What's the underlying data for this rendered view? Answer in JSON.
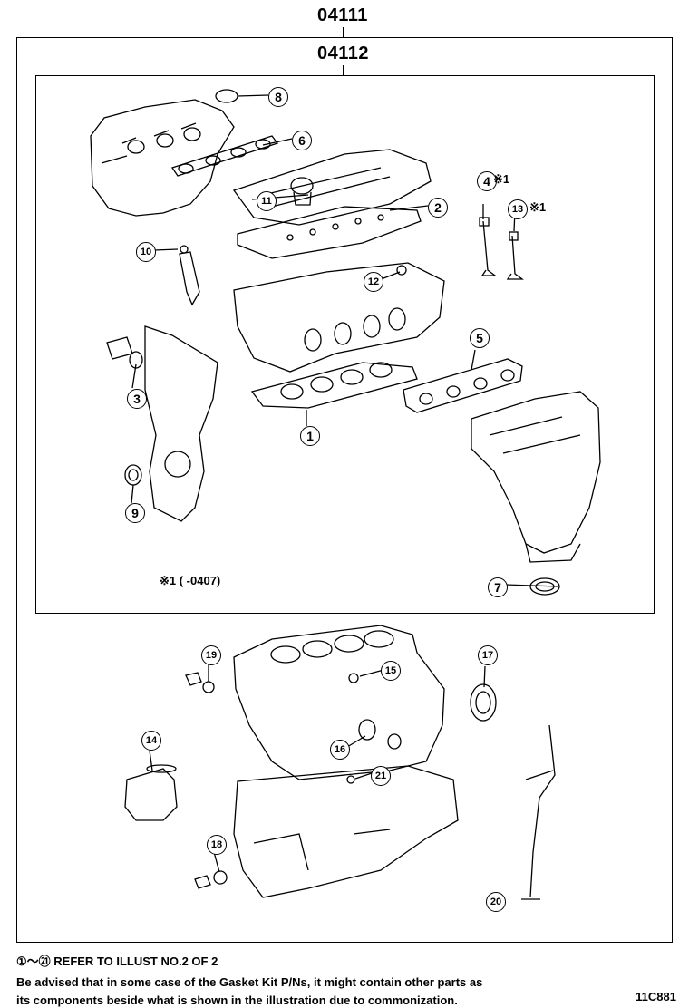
{
  "header": {
    "kit_code_outer": "04111",
    "kit_code_inner": "04112"
  },
  "callouts": [
    "1",
    "2",
    "3",
    "4",
    "5",
    "6",
    "7",
    "8",
    "9",
    "10",
    "11",
    "12",
    "13",
    "14",
    "15",
    "16",
    "17",
    "18",
    "19",
    "20",
    "21"
  ],
  "asterisk_marks": {
    "part4": "※1",
    "part13": "※1"
  },
  "footnote_range": "※1 (        -0407)",
  "notes": {
    "refer_line": "①～㉑ REFER TO ILLUST NO.2 OF 2",
    "advice_line1": "Be advised that in some case of the Gasket Kit P/Ns,  it might contain other parts as",
    "advice_line2": "its components beside what is shown in the illustration due to commonization."
  },
  "illustration_id": "11C881"
}
